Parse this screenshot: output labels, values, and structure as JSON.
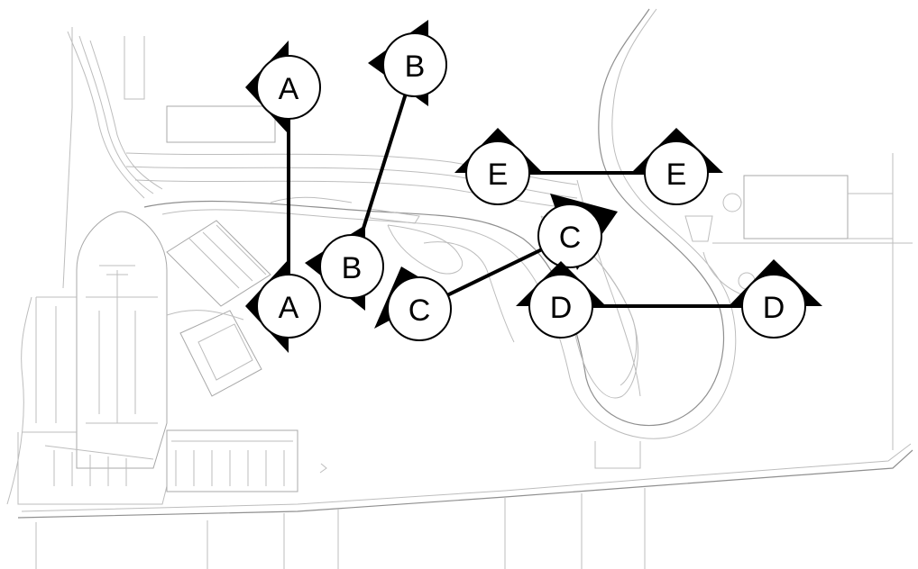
{
  "sections": [
    {
      "id": "A",
      "label_start": "A",
      "label_end": "A"
    },
    {
      "id": "B",
      "label_start": "B",
      "label_end": "B"
    },
    {
      "id": "C",
      "label_start": "C",
      "label_end": "C"
    },
    {
      "id": "D",
      "label_start": "D",
      "label_end": "D"
    },
    {
      "id": "E",
      "label_start": "E",
      "label_end": "E"
    }
  ]
}
